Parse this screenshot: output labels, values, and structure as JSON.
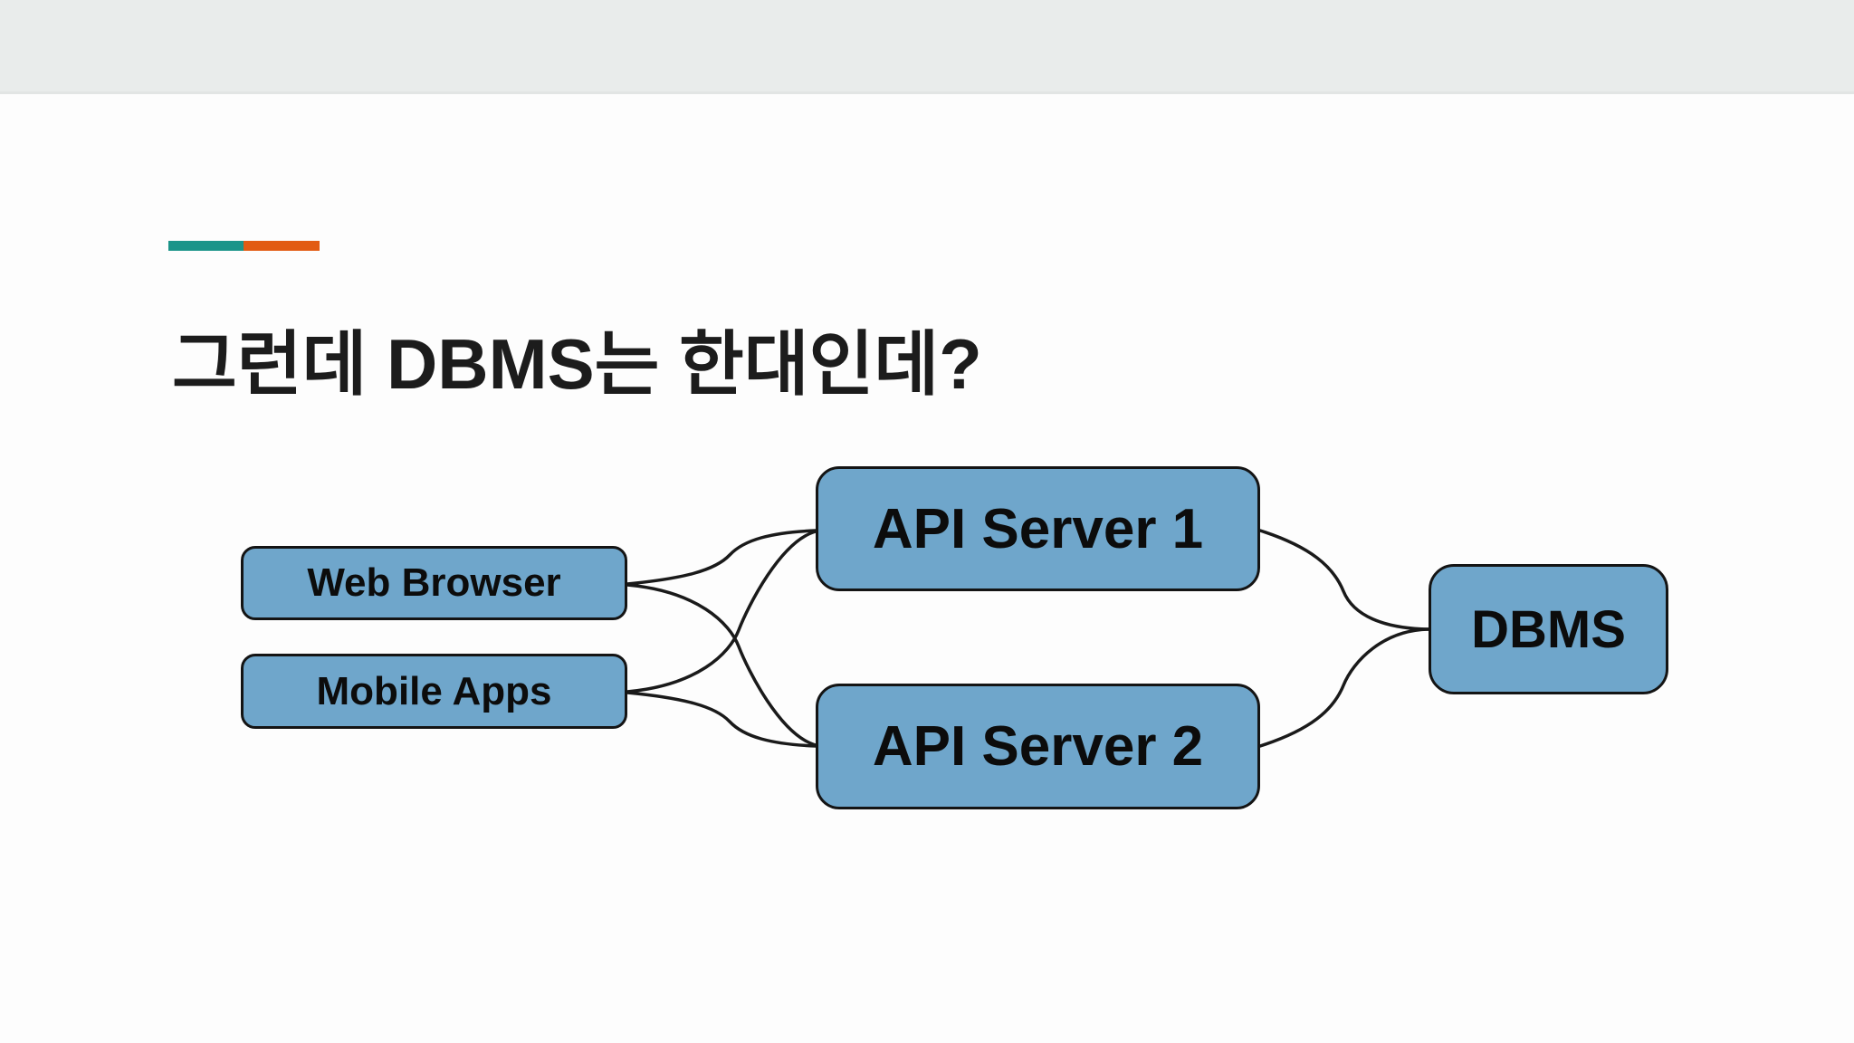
{
  "slide": {
    "title": "그런데 DBMS는 한대인데?",
    "accent_colors": {
      "teal": "#1b9489",
      "orange": "#e25b13"
    },
    "topbar_color": "#e9eceb",
    "background_color": "#fdfdfd"
  },
  "diagram": {
    "node_fill": "#6fa6cb",
    "node_border": "#141414",
    "edge_color": "#1a1a1a",
    "nodes": [
      {
        "id": "web-browser",
        "label": "Web Browser"
      },
      {
        "id": "mobile-apps",
        "label": "Mobile Apps"
      },
      {
        "id": "api-server-1",
        "label": "API Server 1"
      },
      {
        "id": "api-server-2",
        "label": "API Server 2"
      },
      {
        "id": "dbms",
        "label": "DBMS"
      }
    ],
    "edges": [
      {
        "from": "web-browser",
        "to": "api-server-1"
      },
      {
        "from": "web-browser",
        "to": "api-server-2"
      },
      {
        "from": "mobile-apps",
        "to": "api-server-1"
      },
      {
        "from": "mobile-apps",
        "to": "api-server-2"
      },
      {
        "from": "api-server-1",
        "to": "dbms"
      },
      {
        "from": "api-server-2",
        "to": "dbms"
      }
    ]
  }
}
